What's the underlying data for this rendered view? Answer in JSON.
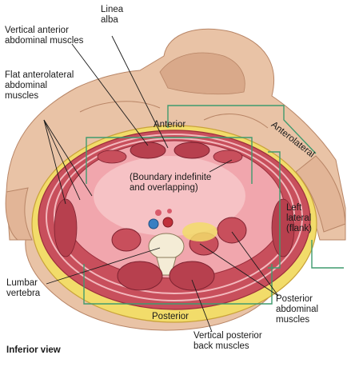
{
  "labels": {
    "linea_alba": "Linea\nalba",
    "vertical_anterior": "Vertical anterior\nabdominal muscles",
    "flat_anterolateral": "Flat anterolateral\nabdominal\nmuscles",
    "anterior": "Anterior",
    "anterolateral": "Anterolateral",
    "boundary": "(Boundary indefinite\nand overlapping)",
    "left_lateral": "Left\nlateral\n(flank)",
    "lumbar_vertebra": "Lumbar\nvertebra",
    "posterior": "Posterior",
    "posterior_abdominal": "Posterior\nabdominal\nmuscles",
    "vertical_posterior": "Vertical posterior\nback muscles",
    "inferior_view": "Inferior view"
  },
  "colors": {
    "skin": "#e9c3a6",
    "skin_shadow": "#c99a7b",
    "muscle": "#c84f5c",
    "muscle_dark": "#9c2e3c",
    "cavity": "#f1a6ad",
    "cavity_light": "#f7c9cb",
    "fat": "#f2dc6a",
    "bone": "#f4ecd6",
    "region_line": "#3f9b6e",
    "leader_line": "#1a1a1a"
  }
}
